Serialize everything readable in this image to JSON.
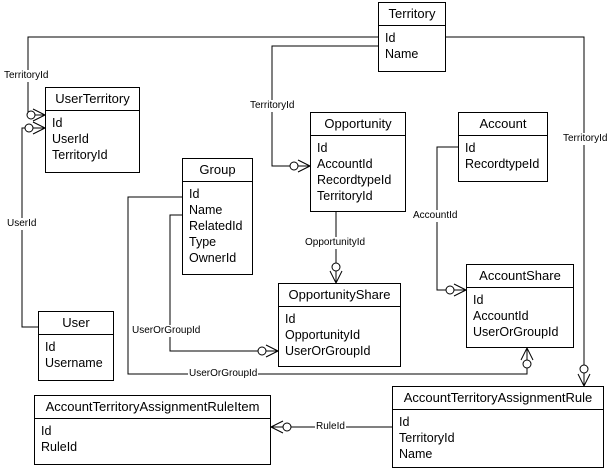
{
  "entities": {
    "territory": {
      "title": "Territory",
      "fields": [
        "Id",
        "Name"
      ]
    },
    "user_territory": {
      "title": "UserTerritory",
      "fields": [
        "Id",
        "UserId",
        "TerritoryId"
      ]
    },
    "opportunity": {
      "title": "Opportunity",
      "fields": [
        "Id",
        "AccountId",
        "RecordtypeId",
        "TerritoryId"
      ]
    },
    "account": {
      "title": "Account",
      "fields": [
        "Id",
        "RecordtypeId"
      ]
    },
    "group": {
      "title": "Group",
      "fields": [
        "Id",
        "Name",
        "RelatedId",
        "Type",
        "OwnerId"
      ]
    },
    "opportunity_share": {
      "title": "OpportunityShare",
      "fields": [
        "Id",
        "OpportunityId",
        "UserOrGroupId"
      ]
    },
    "account_share": {
      "title": "AccountShare",
      "fields": [
        "Id",
        "AccountId",
        "UserOrGroupId"
      ]
    },
    "user": {
      "title": "User",
      "fields": [
        "Id",
        "Username"
      ]
    },
    "rule_item": {
      "title": "AccountTerritoryAssignmentRuleItem",
      "fields": [
        "Id",
        "RuleId"
      ]
    },
    "rule": {
      "title": "AccountTerritoryAssignmentRule",
      "fields": [
        "Id",
        "TerritoryId",
        "Name"
      ]
    }
  },
  "relationships": {
    "territory_userterritory": "TerritoryId",
    "territory_opportunity": "TerritoryId",
    "territory_rule": "TerritoryId",
    "user_userterritory": "UserId",
    "opportunity_share": "OpportunityId",
    "account_share": "AccountId",
    "group_opportunityshare": "UserOrGroupId",
    "group_accountshare": "UserOrGroupId",
    "rule_ruleitem": "RuleId"
  }
}
